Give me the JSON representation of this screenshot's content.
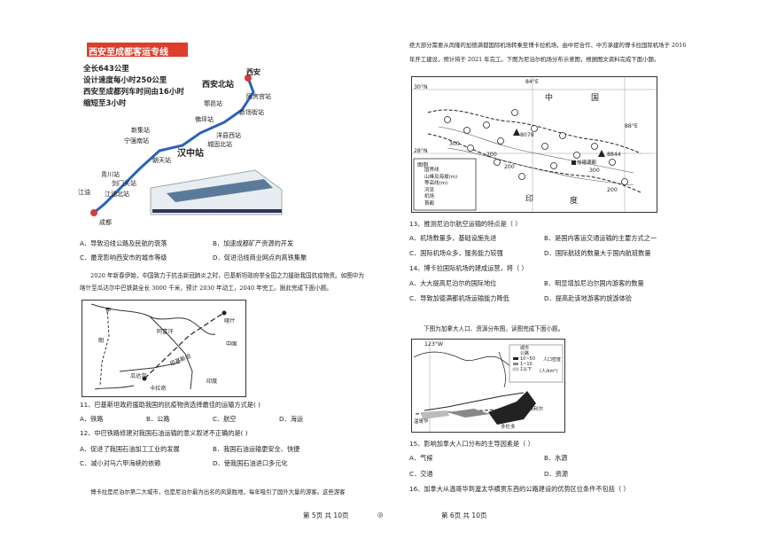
{
  "left": {
    "railmap": {
      "title": "西安至成都客运专线",
      "specs": [
        "全长643公里",
        "设计速度每小时250公里",
        "西安至成都列车时间由16小时",
        "缩短至3小时"
      ],
      "stations": [
        "西安",
        "西安北站",
        "阿房宫站",
        "鄠邑站",
        "新场街站",
        "佛坪站",
        "洋县西站",
        "城固北站",
        "新集站",
        "宁强南站",
        "汉中站",
        "朝天站",
        "青川站",
        "剑门关站",
        "江油",
        "江油北站",
        "成都"
      ]
    },
    "q10_options": {
      "A": "A．导致沿线公路及民航的衰落",
      "B": "B．加速成都矿产资源的开发",
      "C": "C．最宠影响西安市的城市等级",
      "D": "D．促进沿线商业网点向高铁集聚"
    },
    "passage2": [
      "2020 年新春伊始，中国致力于抗击新冠肺炎之时，巴基斯坦政府举全国之力援助我国抗疫物资。如图中为",
      "喀什至瓜达尔中巴铁路全长 3000 千米，预计 2030 年动工，2040 年完工。据此完成下面小题。"
    ],
    "map2": {
      "labels": [
        "伊",
        "朗",
        "阿富汗",
        "喀什",
        "中国",
        "巴基斯坦",
        "瓜达尔",
        "卡拉奇",
        "印度"
      ]
    },
    "q11": {
      "stem": "11、巴基斯坦政府援助我国的抗疫物资选择最佳的运输方式是(    )",
      "options": [
        "A．铁路",
        "B．公路",
        "C．航空",
        "D．海运"
      ]
    },
    "q12": {
      "stem": "12、中巴铁路修建对我国石油运输的意义叙述不正确的是(    )",
      "A": "A．促进了我国石油加工工业的发展",
      "B": "B．我国石油运输更安全、快捷",
      "C": "C．减小对马六甲海峡的依赖",
      "D": "D．使我国石油进口多元化"
    },
    "passage3": "博卡拉是尼泊尔第二大城市，也是尼泊尔最为出名的风景胜地，每年吸引了国外大量的游客。这些游客"
  },
  "right": {
    "intro": [
      "绝大部分需要从尚隆的加德满都国际机场转乘至博卡拉机场，由中尼合作、中方承建的博卡拉国际机场于 2016",
      "年开工建设，预计将于 2021 年完工。下图为尼泊尔机场分布示意图，根据图文资料完成下面小题。"
    ],
    "nepalmap": {
      "lat30": "30°N",
      "lon84": "84°E",
      "china": "中",
      "china2": "国",
      "lat28": "28°N",
      "lon88": "88°E",
      "india1": "印",
      "india2": "度",
      "legend_title": "图例",
      "legend": [
        "国界线",
        "山峰及海拔(m)",
        "等高线(m)",
        "河流",
        "机场",
        "首都"
      ],
      "peaks": [
        "8078",
        "8844"
      ],
      "contours": [
        "300",
        "200",
        "200",
        "300",
        "200"
      ],
      "cap_label": "加德满都"
    },
    "q13": {
      "stem": "13、推测尼泊尔航空运输的特点是（    ）",
      "A": "A．机场数量多，基础设施先进",
      "B": "B．是国内客运交通运输的主要方式之一",
      "C": "C．国际机场众多，服务能力较强",
      "D": "D．国际航班的数量大于国内航班数量"
    },
    "q14": {
      "stem": "14、博卡拉国际机场的建成运营，将（    ）",
      "A": "A．大大提高尼泊尔的国际地位",
      "B": "B．明显增加尼泊尔国内游客的数量",
      "C": "C．导致加德满都机场运输能力降低",
      "D": "D．提高赴该地游客的旅游体验"
    },
    "passage4": "下图为加拿大人口、资源分布图，读图完成下面小题。",
    "canadamap": {
      "lon": "123°W",
      "legend": [
        "城市",
        "公路",
        "10~50",
        "1~10",
        "1以下",
        "人口密度",
        "(人/km²)"
      ],
      "cities": [
        "温哥华",
        "蒙特利尔",
        "多伦多"
      ]
    },
    "q15": {
      "stem": "15、影响加拿大人口分布的主导因素是（    ）",
      "A": "A．气候",
      "B": "B．水源",
      "C": "C．交通",
      "D": "D．资源"
    },
    "q16": {
      "stem": "16、加拿大从温哥华到渥太华横贯东西的公路建设的优势区位条件不包括（    ）"
    }
  },
  "footer": {
    "left": "第 5页  共 10页",
    "center": "◎",
    "right": "第 6页  共 10页"
  }
}
